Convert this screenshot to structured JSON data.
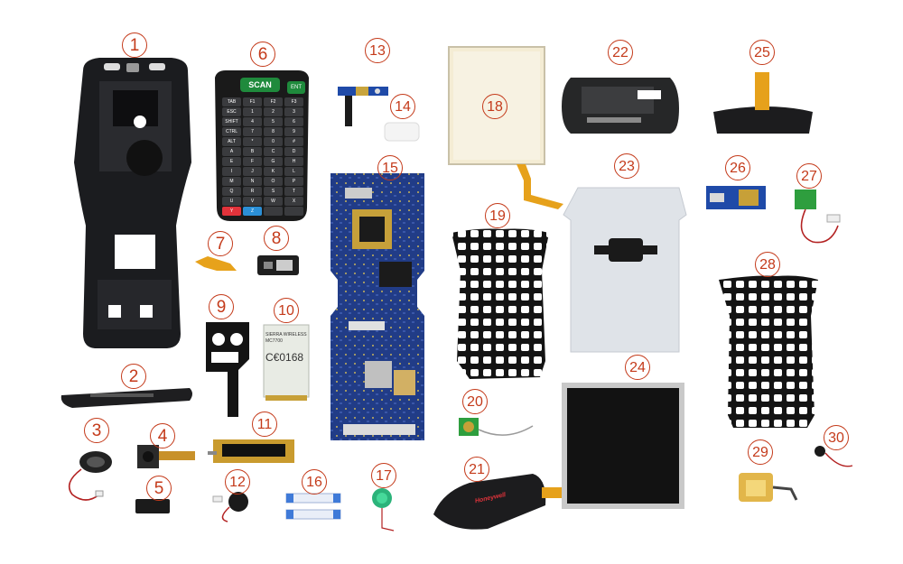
{
  "colors": {
    "label": "#c43a1a",
    "housing": "#1b1c1f",
    "pcb": "#213c87",
    "gold": "#c89a2c",
    "cream": "#f2ead3",
    "keypad_green": "#1f8a3c",
    "keypad_blue": "#2b8fd6",
    "keypad_red": "#e2333b"
  },
  "keypad": {
    "scan": "SCAN",
    "ent": "ENT",
    "keys": [
      "TAB",
      "F1",
      "F2",
      "F3",
      "ESC",
      "1",
      "2",
      "3",
      "SHIFT",
      "4",
      "5",
      "6",
      "CTRL",
      "7",
      "8",
      "9",
      "ALT",
      "*",
      "0",
      "#",
      "A",
      "B",
      "C",
      "D",
      "E",
      "F",
      "G",
      "H",
      "I",
      "J",
      "K",
      "L",
      "M",
      "N",
      "O",
      "P",
      "Q",
      "R",
      "S",
      "T",
      "U",
      "V",
      "W",
      "X",
      "Y",
      "Z",
      "",
      ""
    ]
  },
  "modem": {
    "brand": "SIERRA WIRELESS",
    "model": "MC7700",
    "ce": "C€0168"
  },
  "cap_brand": "Honeywell",
  "parts": [
    {
      "id": 1,
      "label": "1"
    },
    {
      "id": 2,
      "label": "2"
    },
    {
      "id": 3,
      "label": "3"
    },
    {
      "id": 4,
      "label": "4"
    },
    {
      "id": 5,
      "label": "5"
    },
    {
      "id": 6,
      "label": "6"
    },
    {
      "id": 7,
      "label": "7"
    },
    {
      "id": 8,
      "label": "8"
    },
    {
      "id": 9,
      "label": "9"
    },
    {
      "id": 10,
      "label": "10"
    },
    {
      "id": 11,
      "label": "11"
    },
    {
      "id": 12,
      "label": "12"
    },
    {
      "id": 13,
      "label": "13"
    },
    {
      "id": 14,
      "label": "14"
    },
    {
      "id": 15,
      "label": "15"
    },
    {
      "id": 16,
      "label": "16"
    },
    {
      "id": 17,
      "label": "17"
    },
    {
      "id": 18,
      "label": "18"
    },
    {
      "id": 19,
      "label": "19"
    },
    {
      "id": 20,
      "label": "20"
    },
    {
      "id": 21,
      "label": "21"
    },
    {
      "id": 22,
      "label": "22"
    },
    {
      "id": 23,
      "label": "23"
    },
    {
      "id": 24,
      "label": "24"
    },
    {
      "id": 25,
      "label": "25"
    },
    {
      "id": 26,
      "label": "26"
    },
    {
      "id": 27,
      "label": "27"
    },
    {
      "id": 28,
      "label": "28"
    },
    {
      "id": 29,
      "label": "29"
    },
    {
      "id": 30,
      "label": "30"
    }
  ]
}
